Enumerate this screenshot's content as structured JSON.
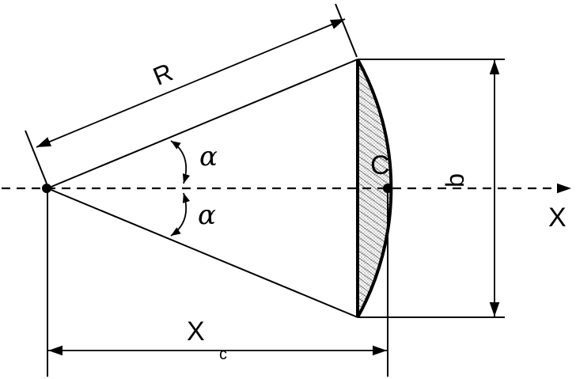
{
  "labels": {
    "radius": "R",
    "angle_upper": "α",
    "angle_lower": "α",
    "centroid": "C",
    "chord": "b",
    "axis": "X",
    "distance_main": "X",
    "distance_sub": "c"
  },
  "colors": {
    "stroke": "#000000",
    "background": "#ffffff",
    "hatch": "#000000"
  }
}
